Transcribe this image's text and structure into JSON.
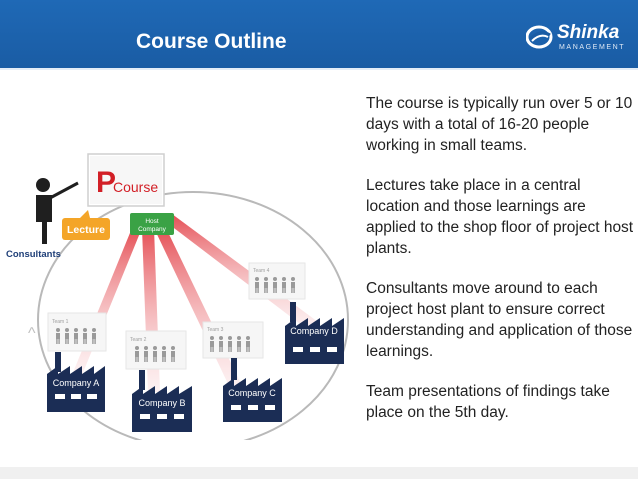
{
  "header": {
    "title": "Course Outline",
    "logo_name": "Shinka",
    "logo_sub": "MANAGEMENT",
    "accent_color": "#1f69b6"
  },
  "content": {
    "paragraphs": [
      "The course is typically run over 5 or 10 days with a total of 16-20 people working in small teams.",
      "Lectures take place in a central location and those learnings are applied to the shop floor of project host plants.",
      "Consultants move around to each project host plant to ensure correct understanding and application of those learnings.",
      "Team presentations of findings take place on the 5th day."
    ]
  },
  "diagram": {
    "consultants_label": "Consultants",
    "lecture_label": "Lecture",
    "course_letter": "P",
    "course_label": "Course",
    "host_company_label": "Host Company",
    "caret": "^",
    "teams": [
      "Team 1",
      "Team 2",
      "Team 3",
      "Team 4"
    ],
    "companies": [
      "Company A",
      "Company B",
      "Company C",
      "Company D"
    ],
    "icons": [
      "presenter-icon",
      "factory-icon",
      "people-icon"
    ]
  }
}
